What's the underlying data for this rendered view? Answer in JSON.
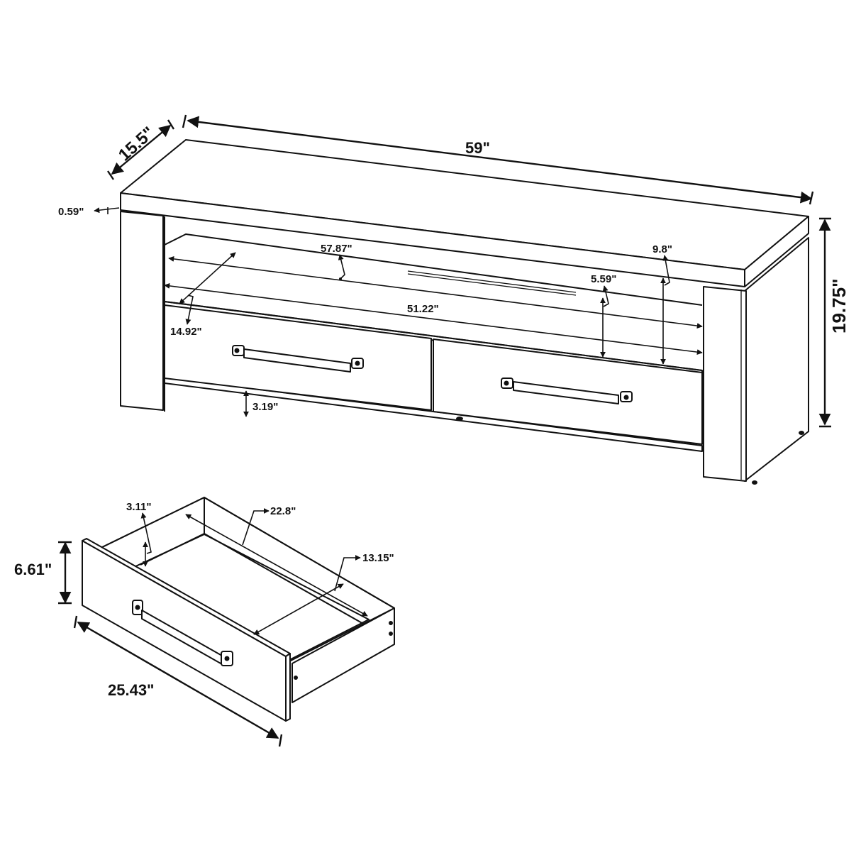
{
  "diagram": {
    "title": "TV console dimension drawing",
    "background": "#ffffff",
    "line_color": "#111111",
    "console": {
      "width": "59\"",
      "depth": "15.5\"",
      "height": "19.75\"",
      "top_thickness": "0.59\"",
      "shelf_width": "57.87\"",
      "inner_width": "51.22\"",
      "shelf_depth": "14.92\"",
      "shelf_opening_height": "5.59\"",
      "open_area_height": "9.8\"",
      "floor_clearance": "3.19\""
    },
    "drawer": {
      "front_height": "6.61\"",
      "front_width": "25.43\"",
      "interior_depth": "3.11\"",
      "interior_length": "22.8\"",
      "interior_width": "13.15\""
    }
  }
}
